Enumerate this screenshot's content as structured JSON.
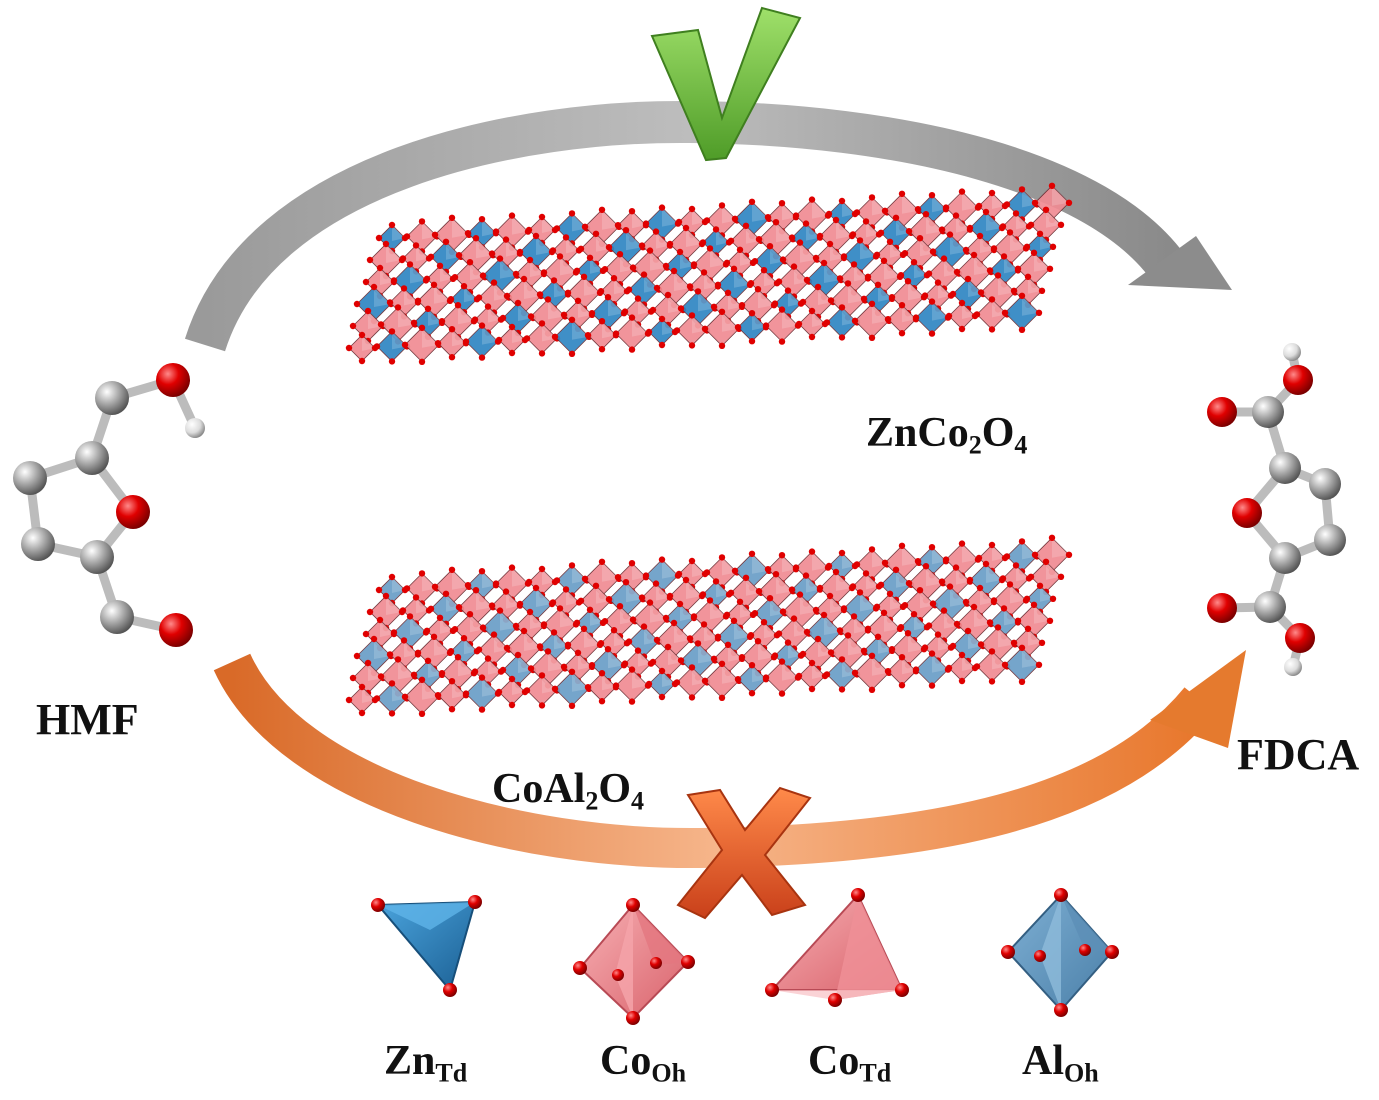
{
  "labels": {
    "hmf": "HMF",
    "fdca": "FDCA",
    "zco": {
      "a": "ZnCo",
      "b": "2",
      "c": "O",
      "d": "4"
    },
    "cao": {
      "a": "CoAl",
      "b": "2",
      "c": "O",
      "d": "4"
    }
  },
  "legend": [
    {
      "main": "Zn",
      "sub": "Td",
      "icon": "zn-td-tetrahedron-icon"
    },
    {
      "main": "Co",
      "sub": "Oh",
      "icon": "co-oh-octahedron-icon"
    },
    {
      "main": "Co",
      "sub": "Td",
      "icon": "co-td-tetrahedron-icon"
    },
    {
      "main": "Al",
      "sub": "Oh",
      "icon": "al-oh-octahedron-icon"
    }
  ],
  "colors": {
    "blue": "#2f86c3",
    "pink": "#f08c93",
    "red_atom": "#e00000",
    "gray_atom": "#909090",
    "check_green": "#6abf3c",
    "cross_orange": "#e8541e",
    "arrow_gray": "#8e8e8e",
    "arrow_orange": "#e5782d"
  },
  "marks": {
    "top_route": "check-mark-icon",
    "bottom_route": "cross-mark-icon"
  }
}
